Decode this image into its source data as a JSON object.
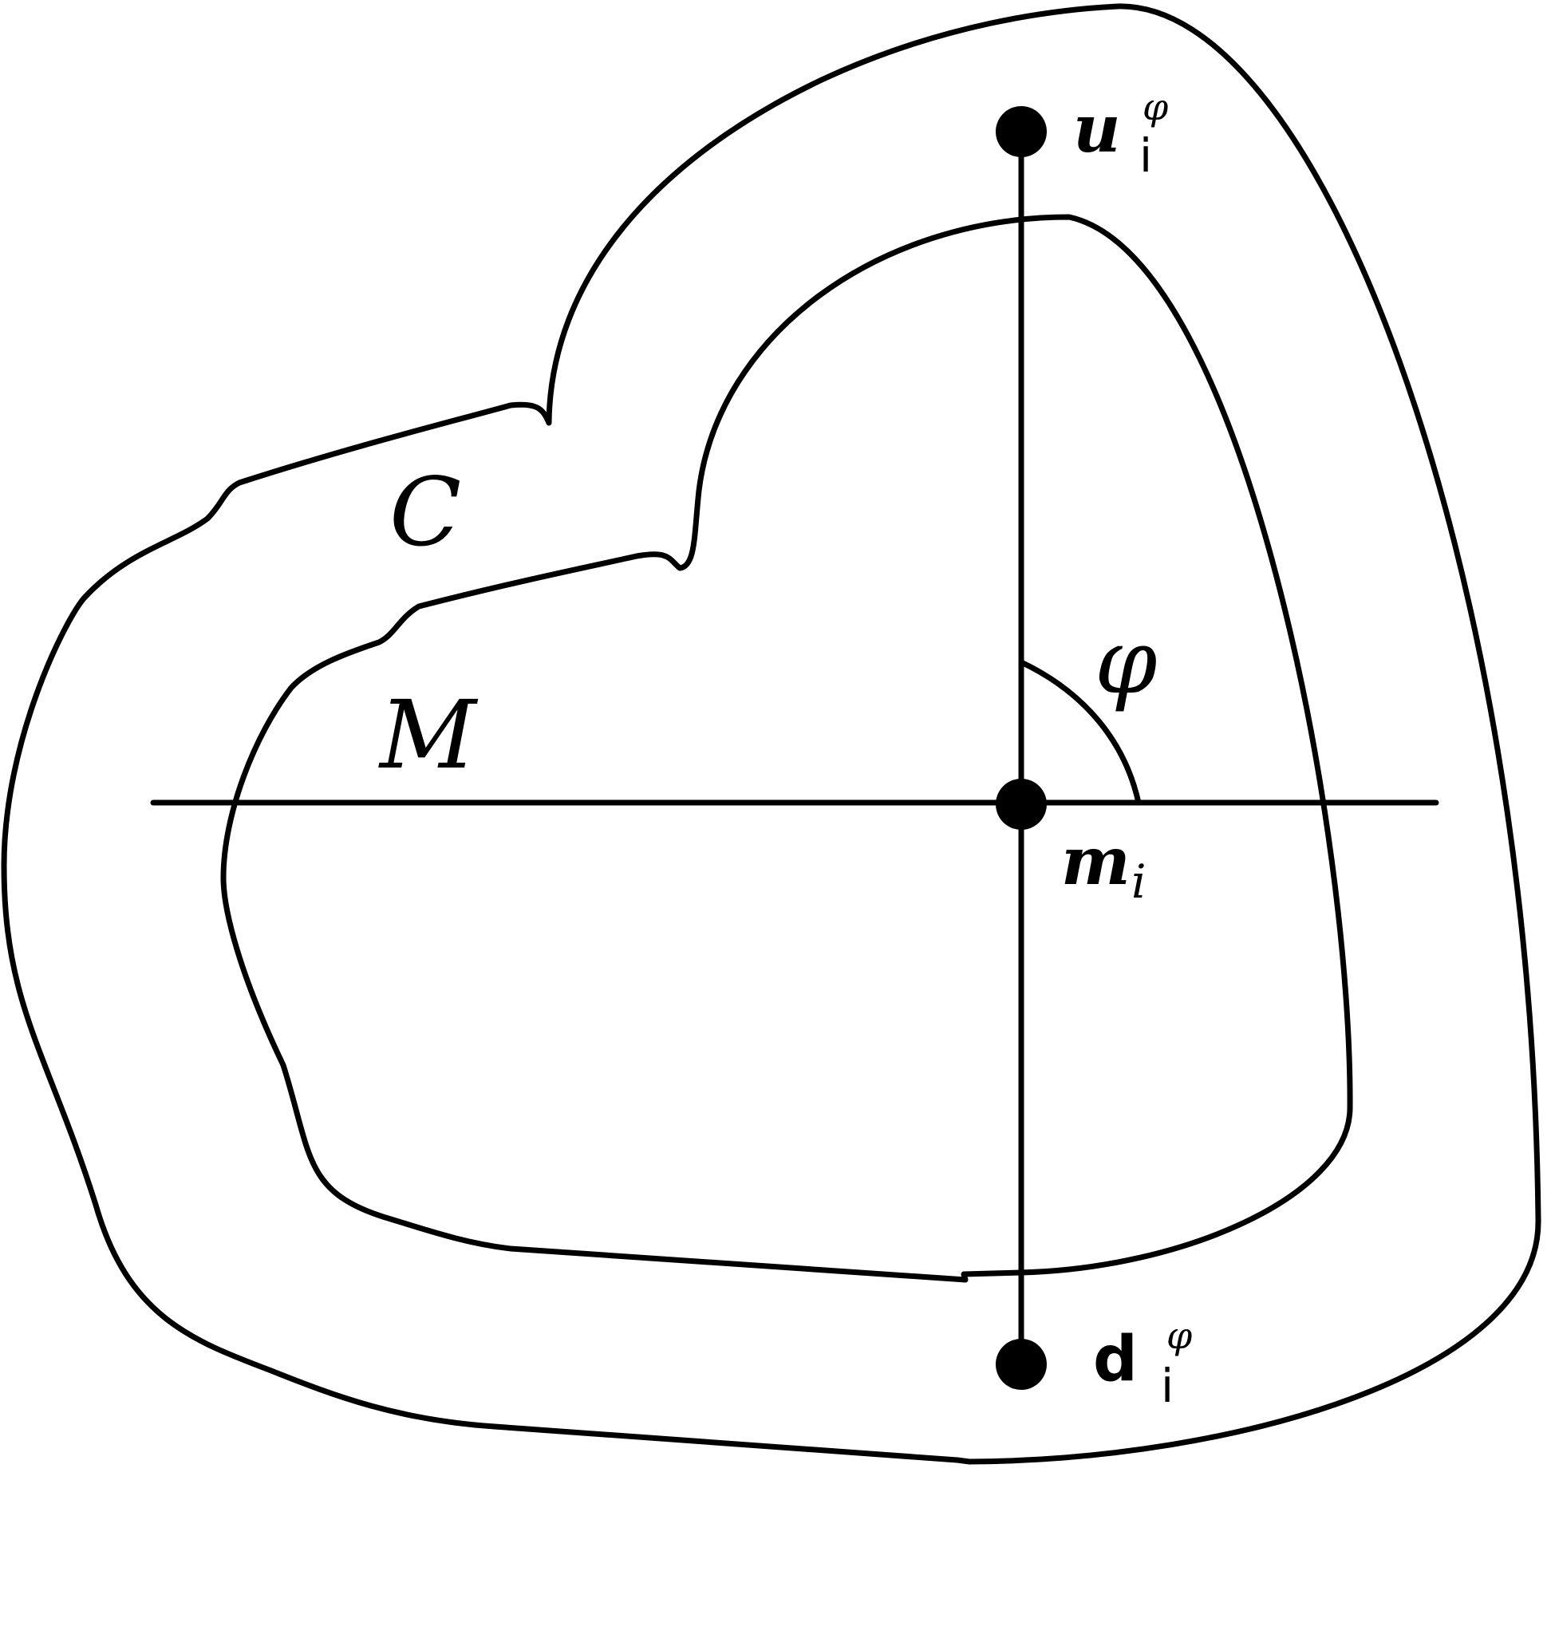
{
  "labels": {
    "outer_curve": "C",
    "inner_curve": "M",
    "angle": "φ",
    "center_point": "m",
    "center_sub": "i",
    "up_point": "u",
    "up_sub": "i",
    "up_sup": "φ",
    "down_point": "d",
    "down_sub": "i",
    "down_sup": "φ"
  },
  "colors": {
    "stroke": "#000000",
    "background": "#ffffff"
  }
}
